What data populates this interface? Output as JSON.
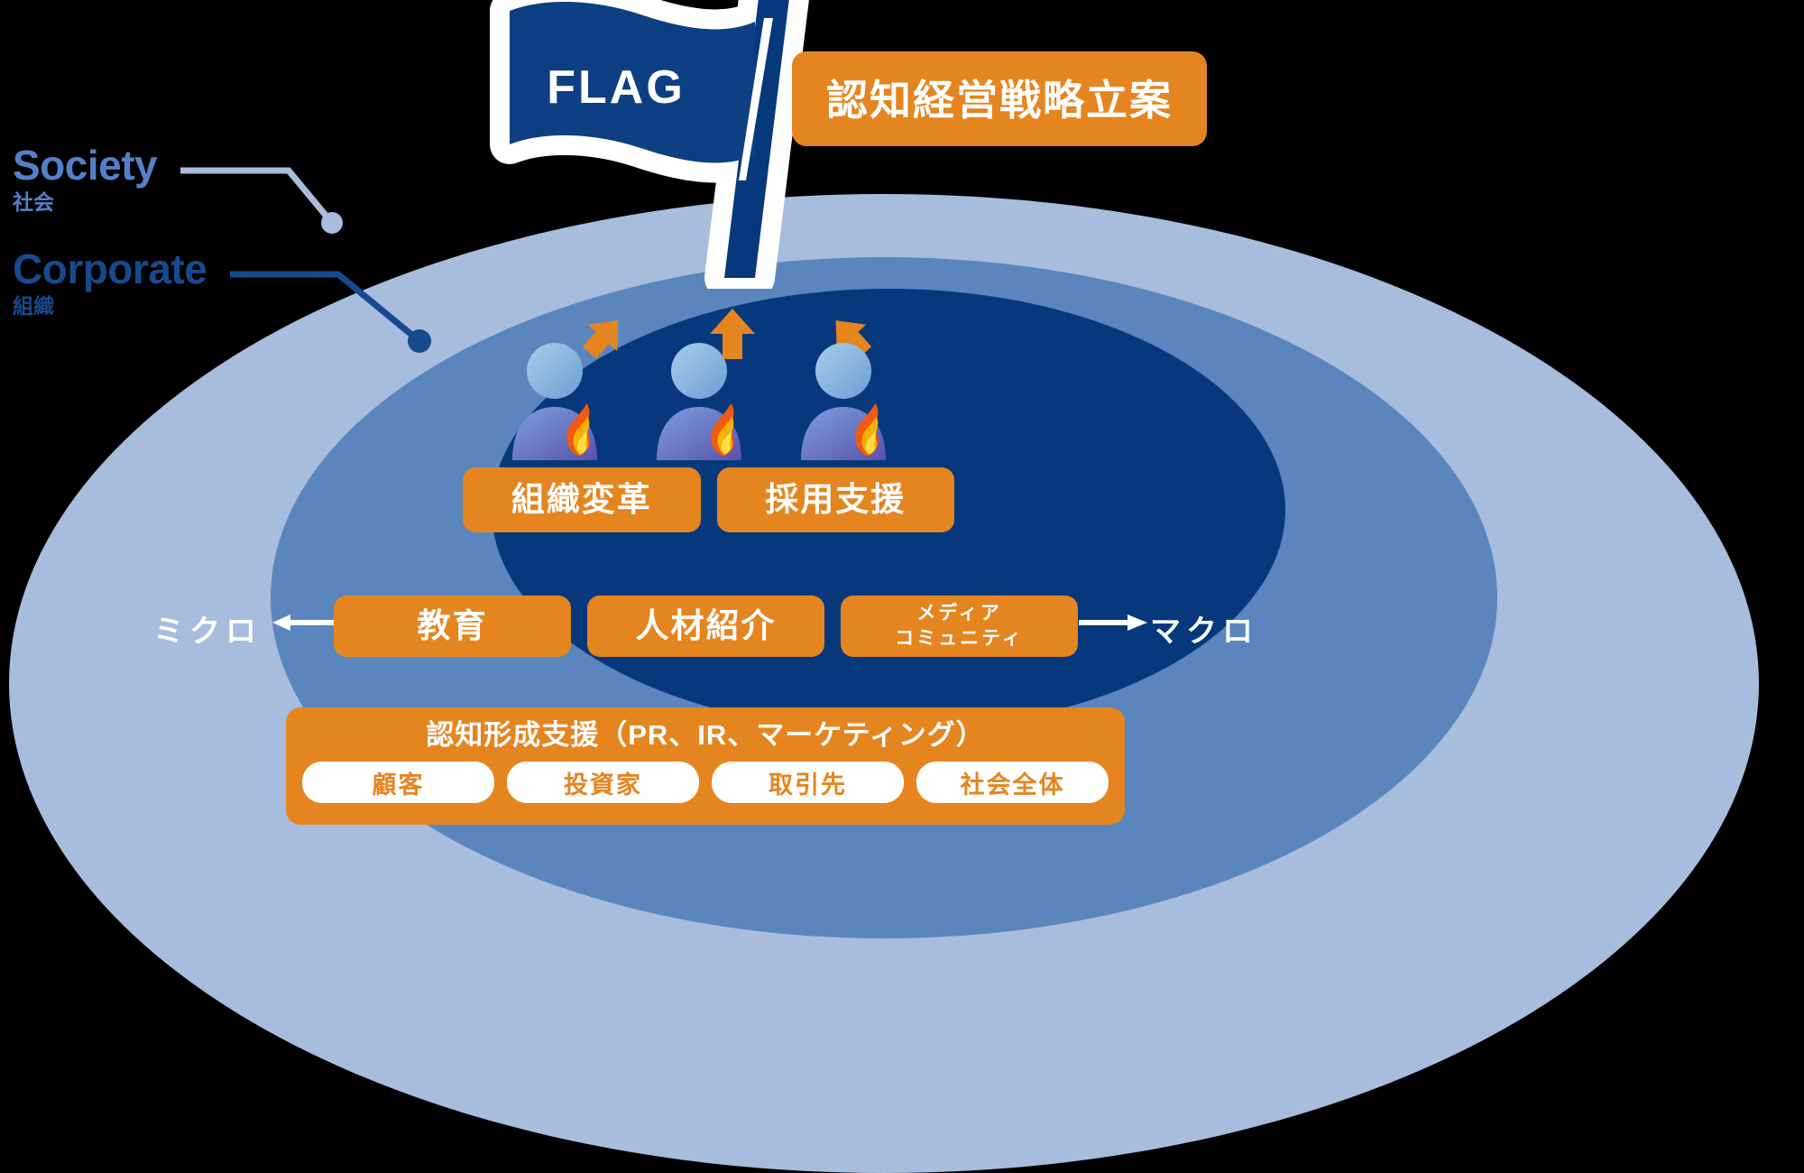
{
  "diagram": {
    "title_flag": "FLAG",
    "badge": "認知経営戦略立案",
    "layers": {
      "society": {
        "en": "Society",
        "jp": "社会"
      },
      "corporate": {
        "en": "Corporate",
        "jp": "組織"
      }
    },
    "axis": {
      "left": "ミクロ",
      "right": "マクロ"
    },
    "org_row": [
      {
        "label": "組織変革"
      },
      {
        "label": "採用支援"
      }
    ],
    "service_row": [
      {
        "label": "教育",
        "label2": ""
      },
      {
        "label": "人材紹介",
        "label2": ""
      },
      {
        "label": "メディア",
        "label2": "コミュニティ"
      }
    ],
    "awareness": {
      "title": "認知形成支援（PR、IR、マーケティング）",
      "targets": [
        "顧客",
        "投資家",
        "取引先",
        "社会全体"
      ]
    },
    "people": [
      {
        "name": "person-left"
      },
      {
        "name": "person-center"
      },
      {
        "name": "person-right"
      }
    ],
    "colors": {
      "orange": "#e5851f",
      "navy": "#07387c",
      "mid_blue": "#5a86bd",
      "light_blue": "#a8bcdd",
      "society_text": "#5580c8",
      "corporate_text": "#174a8c",
      "white": "#ffffff"
    }
  }
}
